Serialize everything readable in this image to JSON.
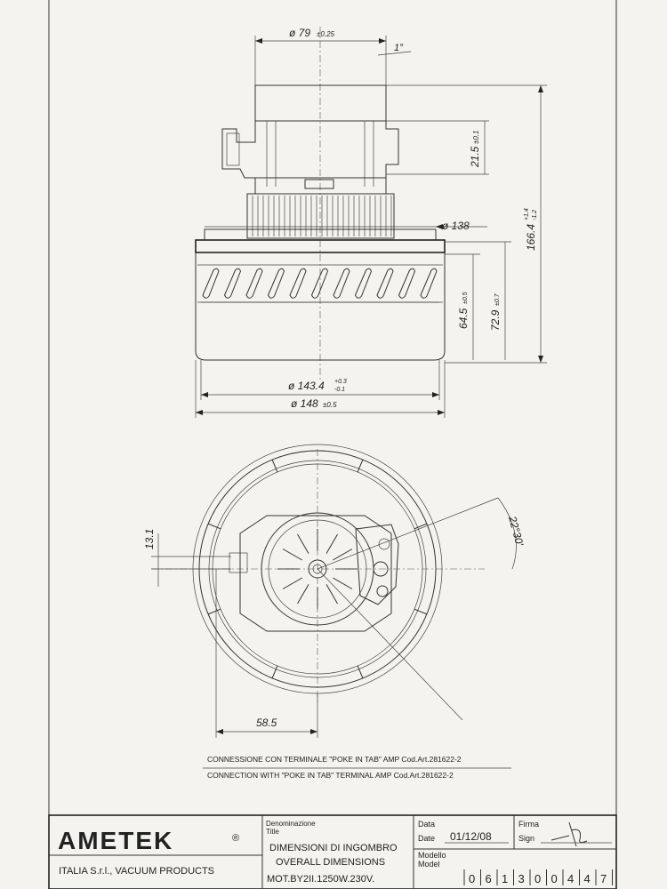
{
  "dimensions": {
    "top_diameter": "ø 79",
    "top_diameter_tol": "±0.25",
    "angle": "1°",
    "terminal_height": "21.5",
    "terminal_height_tol": "±0.1",
    "overall_height": "166.4",
    "overall_height_tol_upper": "+1.4",
    "overall_height_tol_lower": "-1.2",
    "flange_diameter": "ø 138",
    "fan_height": "64.5",
    "fan_height_tol": "±0.5",
    "fan_total_height": "72.9",
    "fan_total_height_tol": "±0.7",
    "fan_diameter": "ø 143.4",
    "fan_diameter_tol_upper": "+0.3",
    "fan_diameter_tol_lower": "-0.1",
    "outer_diameter": "ø 148",
    "outer_diameter_tol": "±0.5",
    "offset_vertical": "13.1",
    "angle_terminal": "22°30'",
    "offset_horizontal": "58.5"
  },
  "notes": {
    "connection_it": "CONNESSIONE CON TERMINALE \"POKE IN TAB\" AMP Cod.Art.281622-2",
    "connection_en": "CONNECTION WITH \"POKE IN TAB\" TERMINAL AMP Cod.Art.281622-2"
  },
  "title_block": {
    "logo": "AMETEK",
    "company": "ITALIA S.r.l., VACUUM PRODUCTS",
    "denomination_label_it": "Denominazione",
    "denomination_label_en": "Title",
    "title_it": "DIMENSIONI DI INGOMBRO",
    "title_en": "OVERALL DIMENSIONS",
    "title_model": "MOT.BY2II.1250W.230V.",
    "date_label_it": "Data",
    "date_label_en": "Date",
    "date_value": "01/12/08",
    "sign_label_it": "Firma",
    "sign_label_en": "Sign",
    "model_label_it": "Modello",
    "model_label_en": "Model",
    "model_digits": [
      "0",
      "6",
      "1",
      "3",
      "0",
      "0",
      "4",
      "4",
      "7"
    ]
  }
}
